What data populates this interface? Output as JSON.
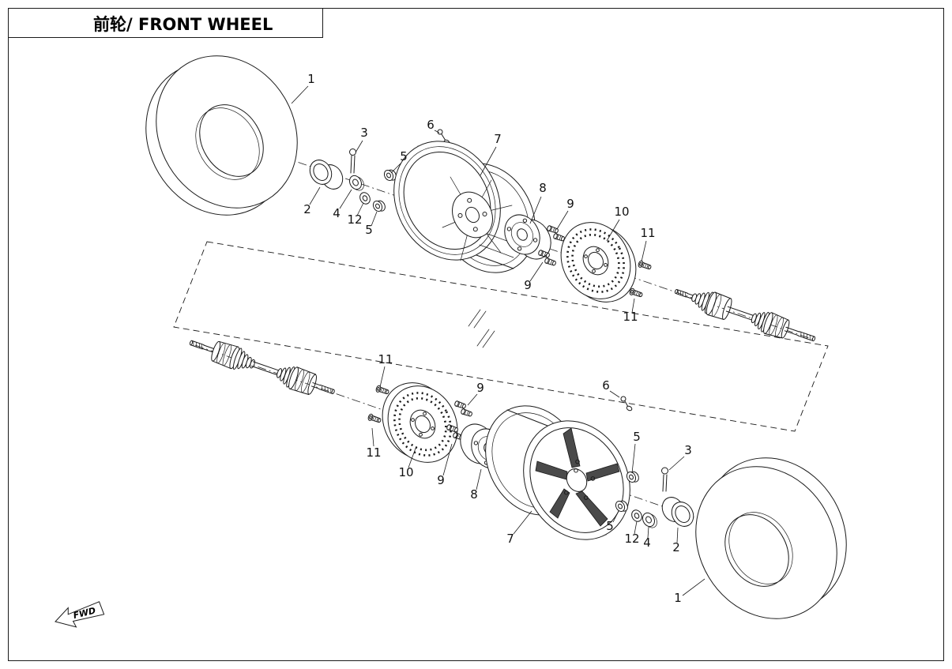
{
  "header": {
    "title": "前轮/ FRONT WHEEL"
  },
  "fwd_arrow": {
    "label": "FWD"
  },
  "callouts": {
    "1": "1",
    "2": "2",
    "3": "3",
    "4": "4",
    "5": "5",
    "6": "6",
    "7": "7",
    "8": "8",
    "9": "9",
    "10": "10",
    "11": "11",
    "12": "12"
  },
  "colors": {
    "line": "#1a1a1a",
    "background": "#ffffff",
    "spoke_shading": "#4a4a4a"
  }
}
